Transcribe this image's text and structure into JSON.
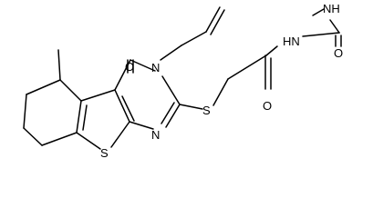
{
  "molecule": {
    "atoms": {
      "n_methyl": "NH",
      "n_amide": "HN",
      "o_urea": "O",
      "o_amide": "O",
      "o_ring": "O",
      "n3": "N",
      "n1": "N",
      "s_thioether": "S",
      "s_thiophene": "S"
    }
  }
}
